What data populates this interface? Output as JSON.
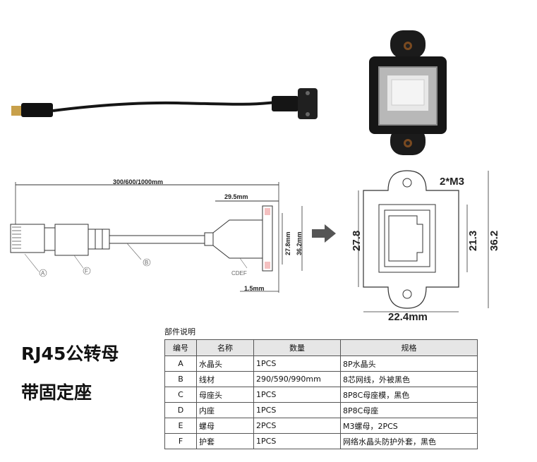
{
  "drawing": {
    "total_length": "300/600/1000mm",
    "length_29": "29.5mm",
    "height_27": "27.8mm",
    "height_36": "36.2mm",
    "thick": "1.5mm",
    "callout_a": "A",
    "callout_f": "F",
    "callout_b": "B",
    "callout_cdef": "CDEF"
  },
  "front_view": {
    "screw": "2*M3",
    "left_dim": "27.8",
    "inner_dim": "21.3",
    "outer_dim": "36.2",
    "width_dim": "22.4mm"
  },
  "product_title": {
    "line1": "RJ45公转母",
    "line2": "带固定座"
  },
  "parts_table": {
    "caption": "部件说明",
    "headers": [
      "编号",
      "名称",
      "数量",
      "规格"
    ],
    "rows": [
      [
        "A",
        "水晶头",
        "1PCS",
        "8P水晶头"
      ],
      [
        "B",
        "线材",
        "290/590/990mm",
        "8芯网线，外被黑色"
      ],
      [
        "C",
        "母座头",
        "1PCS",
        "8P8C母座模，黑色"
      ],
      [
        "D",
        "内座",
        "1PCS",
        "8P8C母座"
      ],
      [
        "E",
        "螺母",
        "2PCS",
        "M3螺母，2PCS"
      ],
      [
        "F",
        "护套",
        "1PCS",
        "网络水晶头防护外套，黑色"
      ]
    ]
  }
}
